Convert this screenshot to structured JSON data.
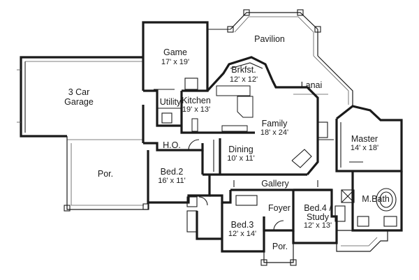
{
  "rooms": {
    "pavilion": {
      "name": "Pavilion"
    },
    "game": {
      "name": "Game",
      "size": "17' x 19'"
    },
    "brkfst": {
      "name": "Brkfst.",
      "size": "12' x 12'"
    },
    "lanai": {
      "name": "Lanai"
    },
    "garage": {
      "name_line1": "3 Car",
      "name_line2": "Garage"
    },
    "utility": {
      "name": "Utility"
    },
    "kitchen": {
      "name": "Kitchen",
      "size": "19' x 13'"
    },
    "family": {
      "name": "Family",
      "size": "18' x 24'"
    },
    "master": {
      "name": "Master",
      "size": "14' x 18'"
    },
    "ho": {
      "name": "H.O."
    },
    "dining": {
      "name": "Dining",
      "size": "10' x 11'"
    },
    "por_left": {
      "name": "Por."
    },
    "bed2": {
      "name": "Bed.2",
      "size": "16' x 11'"
    },
    "gallery": {
      "name": "Gallery"
    },
    "mbath": {
      "name": "M.Bath"
    },
    "foyer": {
      "name": "Foyer"
    },
    "bed4": {
      "name_line1": "Bed.4 /",
      "name_line2": "Study",
      "size": "12' x 13'"
    },
    "bed3": {
      "name": "Bed.3",
      "size": "12' x 14'"
    },
    "por_front": {
      "name": "Por."
    }
  }
}
